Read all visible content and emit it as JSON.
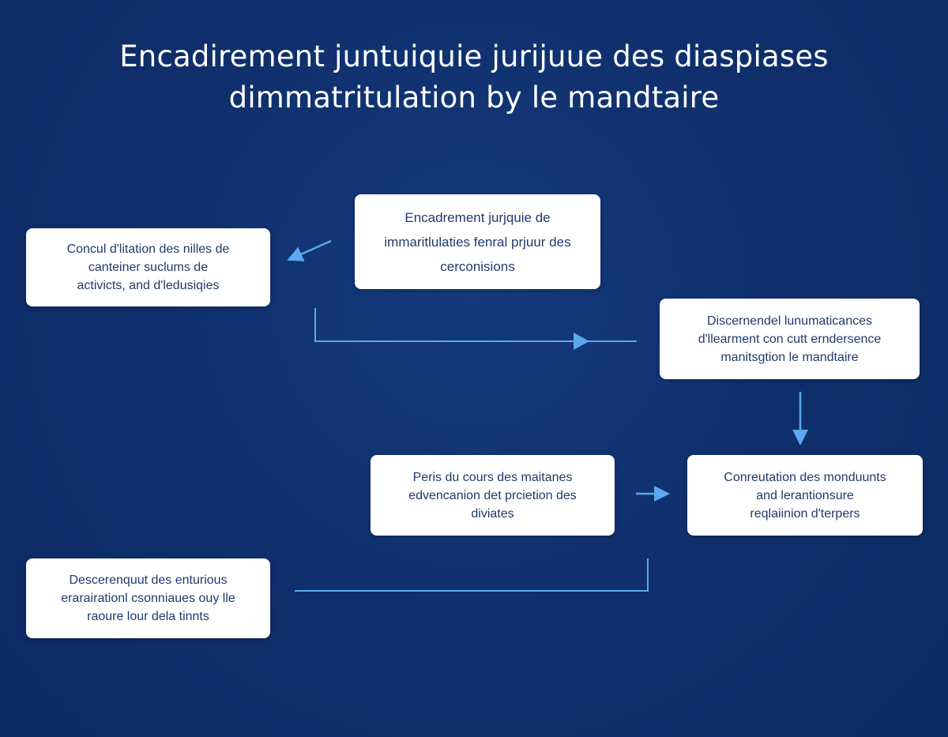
{
  "title": {
    "line1": "Encadirement juntuiquie jurijuue des diaspiases",
    "line2": "dimmatritulation by  le mandtaire"
  },
  "nodes": {
    "top": {
      "line1": "Encadrement jurjquie de",
      "line2": "immaritlulaties fenral prjuur des",
      "line3": "cerconisions"
    },
    "left1": {
      "line1": "Concul d'litation des nilles de",
      "line2": "canteiner suclums de",
      "line3": "activicts, and d'ledusiqies"
    },
    "right1": {
      "line1": "Discernendel lunumaticances",
      "line2": "d'llearment con cutt erndersence",
      "line3": "manitsgtion le mandtaire"
    },
    "mid": {
      "line1": "Peris du cours des maitanes",
      "line2": "edvencanion det prcietion des",
      "line3": "diviates"
    },
    "right2": {
      "line1": "Conreutation des monduunts",
      "line2": "and lerantionsure",
      "line3": "reqlaiinion d'terpers"
    },
    "left2": {
      "line1": "Descerenquut des enturious",
      "line2": "erarairationl csonniaues ouy lle",
      "line3": "raoure lour dela tinnts"
    }
  },
  "colors": {
    "background": "#0f2f6b",
    "node_fill": "#ffffff",
    "node_text": "#1f3a6b",
    "connector": "#5aa8ef",
    "title_text": "#ffffff"
  }
}
